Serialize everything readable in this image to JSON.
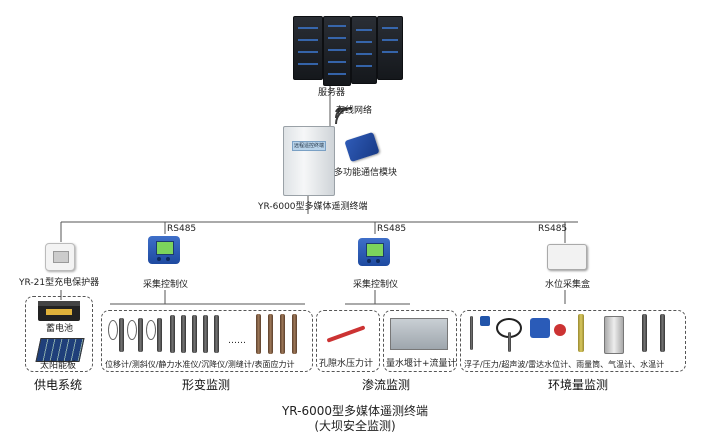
{
  "server": {
    "label": "服务器"
  },
  "wired_network": {
    "label": "有线网络"
  },
  "terminal": {
    "label": "YR-6000型多媒体遥测终端",
    "plate_text": "远程遥控终端"
  },
  "comm_module": {
    "label": "多功能通信模块"
  },
  "branches": {
    "rs485_left": "RS485",
    "rs485_mid": "RS485",
    "rs485_right": "RS485"
  },
  "devices": {
    "charge_protector": "YR-21型充电保护器",
    "collector_left": "采集控制仪",
    "collector_mid": "采集控制仪",
    "water_level_box": "水位采集盒"
  },
  "power_group": {
    "battery": "蓄电池",
    "solar": "太阳能板",
    "category": "供电系统"
  },
  "deformation_group": {
    "items": "位移计/测斜仪/静力水准仪/沉降仪/测缝计/表面应力计",
    "dots": "……",
    "category": "形变监测"
  },
  "seepage_group": {
    "item_a": "孔隙水压力计",
    "item_b": "量水堰计+流量计",
    "category": "渗流监测"
  },
  "environment_group": {
    "items": "浮子/压力/超声波/雷达水位计、雨量筒、气温计、水温计",
    "category": "环境量监测"
  },
  "footer": {
    "title": "YR-6000型多媒体遥测终端",
    "subtitle": "(大坝安全监测)"
  },
  "colors": {
    "wire": "#555555",
    "collector_blue": "#2a5bb8",
    "screen_green": "#7cd45c",
    "wifi": "#3a3a3a"
  }
}
